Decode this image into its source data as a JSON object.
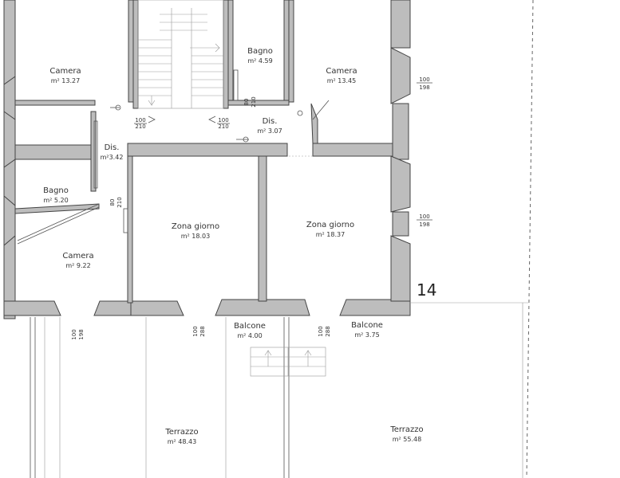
{
  "rooms": [
    {
      "key": "camera_nw",
      "name": "Camera",
      "area": "m² 13.27"
    },
    {
      "key": "bagno_n",
      "name": "Bagno",
      "area": "m² 4.59"
    },
    {
      "key": "camera_ne",
      "name": "Camera",
      "area": "m² 13.45"
    },
    {
      "key": "dis_e",
      "name": "Dis.",
      "area": "m² 3.07"
    },
    {
      "key": "dis_w",
      "name": "Dis.",
      "area": "m²3.42"
    },
    {
      "key": "bagno_w",
      "name": "Bagno",
      "area": "m² 5.20"
    },
    {
      "key": "camera_sw",
      "name": "Camera",
      "area": "m² 9.22"
    },
    {
      "key": "zona_w",
      "name": "Zona giorno",
      "area": "m² 18.03"
    },
    {
      "key": "zona_e",
      "name": "Zona giorno",
      "area": "m² 18.37"
    },
    {
      "key": "balcone_w",
      "name": "Balcone",
      "area": "m² 4.00"
    },
    {
      "key": "balcone_e",
      "name": "Balcone",
      "area": "m² 3.75"
    },
    {
      "key": "terrazzo_w",
      "name": "Terrazzo",
      "area": "m² 48.43"
    },
    {
      "key": "terrazzo_e",
      "name": "Terrazzo",
      "area": "m² 55.48"
    }
  ],
  "dimensions": {
    "d100_198": {
      "top": "100",
      "bottom": "198"
    },
    "d100_210": {
      "top": "100",
      "bottom": "210"
    },
    "d100_288": {
      "top": "100",
      "bottom": "288"
    },
    "d80_210": {
      "top": "80",
      "bottom": "210"
    }
  },
  "unit_number": "14"
}
